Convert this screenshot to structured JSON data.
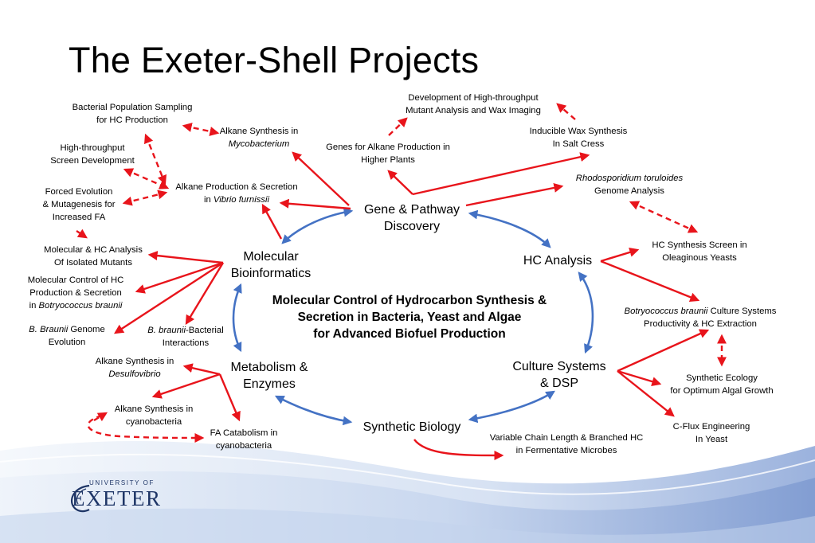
{
  "title": "The Exeter-Shell Projects",
  "central_text": [
    "Molecular Control of Hydrocarbon Synthesis &",
    "Secretion in Bacteria, Yeast and Algae",
    "for Advanced Biofuel Production"
  ],
  "hubs": {
    "gene_pathway": [
      "Gene & Pathway",
      "Discovery"
    ],
    "molecular_bioinformatics": [
      "Molecular",
      "Bioinformatics"
    ],
    "hc_analysis": [
      "HC Analysis"
    ],
    "metabolism_enzymes": [
      "Metabolism &",
      "Enzymes"
    ],
    "culture_systems": [
      "Culture Systems",
      "& DSP"
    ],
    "synthetic_biology": [
      "Synthetic Biology"
    ]
  },
  "nodes": {
    "bacterial_population": [
      "Bacterial Population Sampling",
      "for HC Production"
    ],
    "high_throughput_screen": [
      "High-throughput",
      "Screen Development"
    ],
    "forced_evolution": [
      "Forced Evolution",
      "& Mutagenesis for",
      "Increased FA"
    ],
    "alkane_mycobacterium_1": "Alkane Synthesis in",
    "alkane_mycobacterium_2": "Mycobacterium",
    "alkane_vibrio_1": "Alkane Production & Secretion",
    "alkane_vibrio_2a": "in ",
    "alkane_vibrio_2b": "Vibrio furnissii",
    "dev_high_throughput": [
      "Development of High-throughput",
      "Mutant Analysis and  Wax Imaging"
    ],
    "genes_higher_plants": [
      "Genes for Alkane Production in",
      "Higher Plants"
    ],
    "inducible_wax": [
      "Inducible Wax Synthesis",
      "In Salt Cress"
    ],
    "rhodosporidium_1": "Rhodosporidium toruloides",
    "rhodosporidium_2": "Genome Analysis",
    "molecular_hc_analysis": [
      "Molecular & HC Analysis",
      "Of Isolated Mutants"
    ],
    "molecular_control_1": "Molecular Control of HC",
    "molecular_control_2": "Production & Secretion",
    "molecular_control_3a": "in ",
    "molecular_control_3b": "Botryococcus braunii",
    "braunii_genome_1a": "B. Braunii",
    "braunii_genome_1b": " Genome",
    "braunii_genome_2": "Evolution",
    "braunii_bacterial_1a": "B. braunii",
    "braunii_bacterial_1b": "-Bacterial",
    "braunii_bacterial_2": "Interactions",
    "hc_synthesis_screen": [
      "HC Synthesis Screen in",
      "Oleaginous Yeasts"
    ],
    "botryococcus_culture_1a": "Botryococcus braunii",
    "botryococcus_culture_1b": " Culture Systems",
    "botryococcus_culture_2": "Productivity  & HC Extraction",
    "alkane_desulfovibrio_1": "Alkane Synthesis in",
    "alkane_desulfovibrio_2": "Desulfovibrio",
    "alkane_cyanobacteria": [
      "Alkane Synthesis in",
      "cyanobacteria"
    ],
    "fa_catabolism": [
      "FA Catabolism in",
      "cyanobacteria"
    ],
    "synthetic_ecology": [
      "Synthetic Ecology",
      "for Optimum Algal Growth"
    ],
    "cflux": [
      "C-Flux Engineering",
      "In Yeast"
    ],
    "variable_chain": [
      "Variable Chain Length & Branched HC",
      "in Fermentative Microbes"
    ]
  },
  "logo": {
    "top_text": "UNIVERSITY OF",
    "main_text": "EXETER"
  },
  "colors": {
    "red_arrow": "#e8141b",
    "blue_arrow": "#4472c4",
    "logo_navy": "#1e3566",
    "wave_light": "#dde7f4",
    "wave_mid": "#a9bfe2",
    "wave_dark": "#7b97cf"
  },
  "icons": {
    "logo_mark": "exeter-swoosh-icon"
  }
}
